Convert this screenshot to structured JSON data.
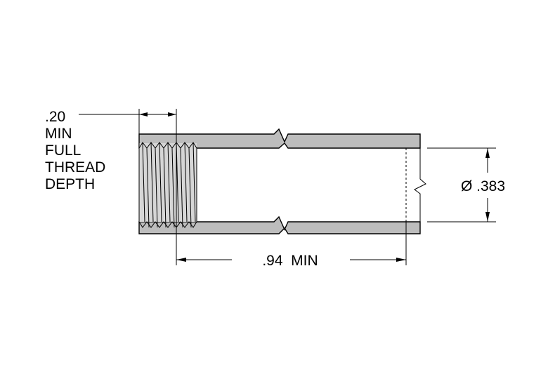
{
  "thread_callout": {
    "line1": ".20",
    "line2": "MIN",
    "line3": "FULL",
    "line4": "THREAD",
    "line5": "DEPTH"
  },
  "length_dim": {
    "label": ".94  MIN"
  },
  "diameter_dim": {
    "label": "Ø .383"
  },
  "colors": {
    "wall": "#bdbdbd",
    "line": "#000000"
  }
}
